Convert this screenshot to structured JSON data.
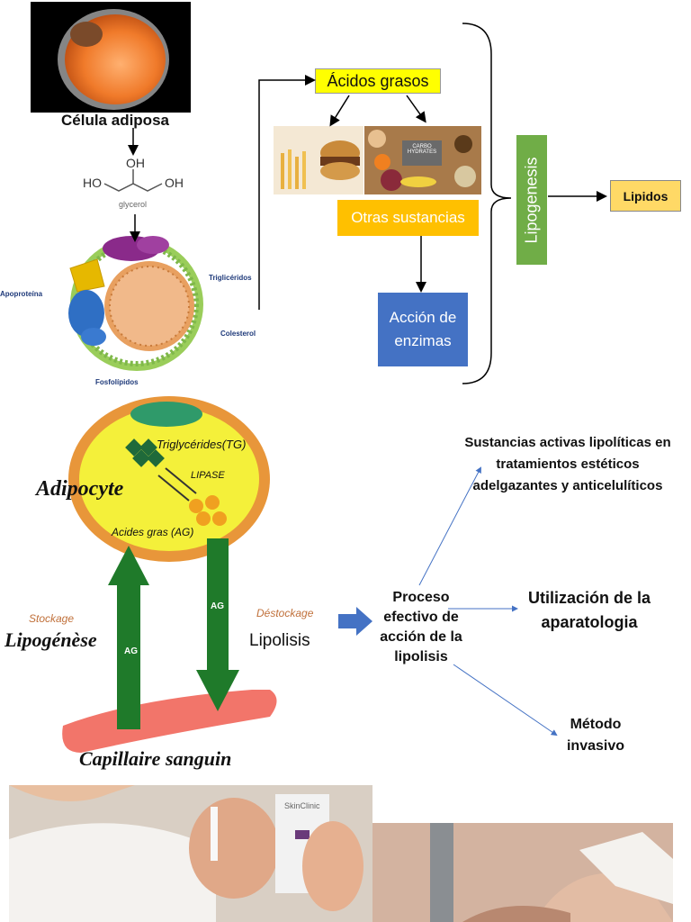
{
  "top": {
    "cell_label": "Célula adiposa",
    "glycerol": {
      "oh_top": "OH",
      "ho_left": "HO",
      "oh_right": "OH",
      "caption": "glycerol"
    },
    "lipoprotein_labels": {
      "trigliceridos": "Triglicéridos",
      "apoproteina": "Apoproteína",
      "colesterol": "Colesterol",
      "fosfolipidos": "Fosfolípidos"
    },
    "food_box_text": "CARBO\nHYDRATES",
    "acidos_grasos": "Ácidos grasos",
    "otras_sustancias": "Otras sustancias",
    "accion_enzimas": "Acción de enzimas",
    "lipogenesis": "Lipogenesis",
    "lipidos": "Lipidos",
    "colors": {
      "yellow_box": "#ffff00",
      "orange_box": "#ffc000",
      "blue_box": "#4472c4",
      "green_box": "#70ad47",
      "lipidos_box": "#ffd966"
    }
  },
  "middle": {
    "adipocyte": "Adipocyte",
    "triglycerides": "Triglycérides(TG)",
    "lipase": "LIPASE",
    "acides_gras": "Acides gras (AG)",
    "stockage": "Stockage",
    "lipogenese": "Lipogénèse",
    "destockage": "Déstockage",
    "lipolisis": "Lipolisis",
    "capillaire": "Capillaire sanguin",
    "ag_up": "AG",
    "ag_down": "AG",
    "proceso": "Proceso efectivo de acción de la lipolisis",
    "sustancias": "Sustancias activas lipolíticas en tratamientos estéticos adelgazantes y anticelulíticos",
    "utilizacion": "Utilización de la aparatologia",
    "metodo": "Método invasivo"
  },
  "bottom": {
    "bottle_brand": "SkinClinic"
  }
}
